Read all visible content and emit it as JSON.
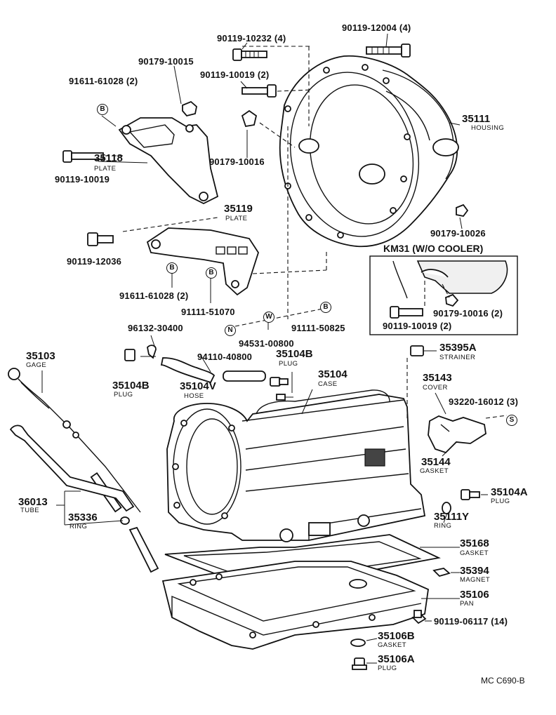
{
  "callouts": [
    {
      "id": "c01",
      "number": "90119-10232 (4)",
      "name": ""
    },
    {
      "id": "c02",
      "number": "90119-12004 (4)",
      "name": ""
    },
    {
      "id": "c03",
      "number": "90179-10015",
      "name": ""
    },
    {
      "id": "c04",
      "number": "90119-10019 (2)",
      "name": ""
    },
    {
      "id": "c05",
      "number": "91611-61028 (2)",
      "name": ""
    },
    {
      "id": "c06",
      "number": "35111",
      "name": "HOUSING"
    },
    {
      "id": "c07",
      "number": "35118",
      "name": "PLATE"
    },
    {
      "id": "c08",
      "number": "90119-10019",
      "name": ""
    },
    {
      "id": "c09",
      "number": "90179-10016",
      "name": ""
    },
    {
      "id": "c10",
      "number": "35119",
      "name": "PLATE"
    },
    {
      "id": "c11",
      "number": "90179-10026",
      "name": ""
    },
    {
      "id": "c12",
      "number": "90119-12036",
      "name": ""
    },
    {
      "id": "c13",
      "number": "91611-61028 (2)",
      "name": ""
    },
    {
      "id": "c14",
      "number": "91111-51070",
      "name": ""
    },
    {
      "id": "c15",
      "number": "91111-50825",
      "name": ""
    },
    {
      "id": "c16",
      "number": "94531-00800",
      "name": ""
    },
    {
      "id": "c17",
      "number": "96132-30400",
      "name": ""
    },
    {
      "id": "c18",
      "number": "94110-40800",
      "name": ""
    },
    {
      "id": "c19",
      "number": "35104B",
      "name": "PLUG"
    },
    {
      "id": "c20",
      "number": "35103",
      "name": "GAGE"
    },
    {
      "id": "c21",
      "number": "35104B",
      "name": "PLUG"
    },
    {
      "id": "c22",
      "number": "35104V",
      "name": "HOSE"
    },
    {
      "id": "c23",
      "number": "35104",
      "name": "CASE"
    },
    {
      "id": "c24",
      "number": "35395A",
      "name": "STRAINER"
    },
    {
      "id": "c25",
      "number": "35143",
      "name": "COVER"
    },
    {
      "id": "c26",
      "number": "93220-16012 (3)",
      "name": ""
    },
    {
      "id": "c27",
      "number": "35144",
      "name": "GASKET"
    },
    {
      "id": "c28",
      "number": "35104A",
      "name": "PLUG"
    },
    {
      "id": "c29",
      "number": "35111Y",
      "name": "RING"
    },
    {
      "id": "c30",
      "number": "36013",
      "name": "TUBE"
    },
    {
      "id": "c31",
      "number": "35336",
      "name": "RING"
    },
    {
      "id": "c32",
      "number": "35168",
      "name": "GASKET"
    },
    {
      "id": "c33",
      "number": "35394",
      "name": "MAGNET"
    },
    {
      "id": "c34",
      "number": "35106",
      "name": "PAN"
    },
    {
      "id": "c35",
      "number": "90119-06117 (14)",
      "name": ""
    },
    {
      "id": "c36",
      "number": "35106B",
      "name": "GASKET"
    },
    {
      "id": "c37",
      "number": "35106A",
      "name": "PLUG"
    }
  ],
  "inset": {
    "title": "KM31 (W/O COOLER)",
    "callouts": [
      {
        "number": "90179-10016 (2)"
      },
      {
        "number": "90119-10019 (2)"
      }
    ]
  },
  "symbols": {
    "B": "B",
    "N": "N",
    "W": "W",
    "S": "S"
  },
  "footer": {
    "code": "MC  C690-B"
  }
}
